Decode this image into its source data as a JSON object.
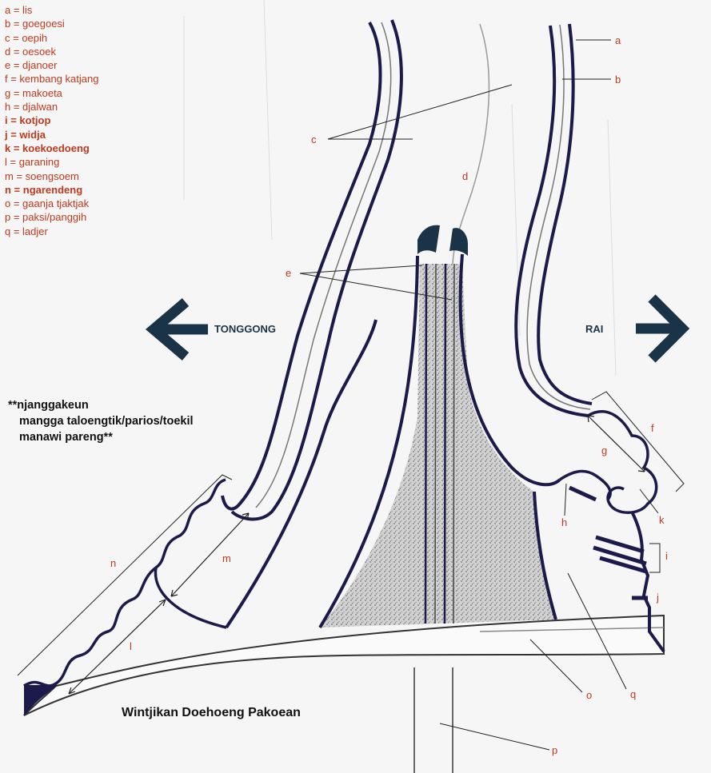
{
  "legend": [
    {
      "letter": "a",
      "text": "a = lis",
      "bold": false
    },
    {
      "letter": "b",
      "text": "b = goegoesi",
      "bold": false
    },
    {
      "letter": "c",
      "text": "c = oepih",
      "bold": false
    },
    {
      "letter": "d",
      "text": "d = oesoek",
      "bold": false
    },
    {
      "letter": "e",
      "text": "e =  djanoer",
      "bold": false
    },
    {
      "letter": "f",
      "text": "f = kembang katjang",
      "bold": false
    },
    {
      "letter": "g",
      "text": "g = makoeta",
      "bold": false
    },
    {
      "letter": "h",
      "text": "h = djalwan",
      "bold": false
    },
    {
      "letter": "i",
      "text": "i =  kotjop",
      "bold": true
    },
    {
      "letter": "j",
      "text": "j =   widja",
      "bold": true
    },
    {
      "letter": "k",
      "text": "k = koekoedoeng",
      "bold": true
    },
    {
      "letter": "l",
      "text": "l = garaning",
      "bold": false
    },
    {
      "letter": "m",
      "text": "m = soengsoem",
      "bold": false
    },
    {
      "letter": "n",
      "text": "n =  ngarendeng",
      "bold": true
    },
    {
      "letter": "o",
      "text": "o = gaanja tjaktjak",
      "bold": false
    },
    {
      "letter": "p",
      "text": "p = paksi/panggih",
      "bold": false
    },
    {
      "letter": "q",
      "text": "q = ladjer",
      "bold": false
    }
  ],
  "directions": {
    "left": "TONGGONG",
    "right": "RAI"
  },
  "note_lines": [
    "**njanggakeun",
    "mangga taloengtik/parios/toekil",
    "manawi pareng**"
  ],
  "caption": "Wintjikan Doehoeng Pakoean",
  "labels": {
    "a": "a",
    "b": "b",
    "c": "c",
    "d": "d",
    "e": "e",
    "f": "f",
    "g": "g",
    "h": "h",
    "i": "i",
    "j": "j",
    "k": "k",
    "l": "l",
    "m": "m",
    "n": "n",
    "o": "o",
    "p": "p",
    "q": "q"
  },
  "colors": {
    "label": "#c0391e",
    "outline": "#1c1a4a",
    "arrow": "#1b3347",
    "speckle": "#9a9a9a"
  }
}
